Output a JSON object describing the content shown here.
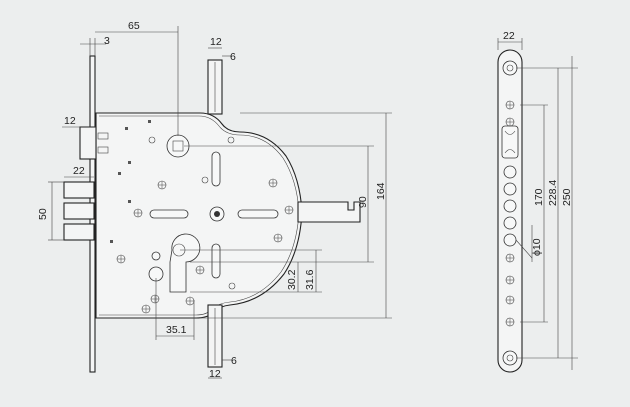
{
  "background": "#eceeee",
  "line_color": "#333333",
  "side_view": {
    "dimensions": {
      "top_offset": "3",
      "body_width": "65",
      "follower_width": "12",
      "follower_depth_top": "6",
      "follower_depth_bottom": "6",
      "follower_width_bottom": "12",
      "latch_width": "12",
      "bolt_depth": "22",
      "bolt_height": "50",
      "height": "164",
      "center_distance": "90",
      "cyl_offset_1": "30.2",
      "cyl_offset_2": "31.6",
      "backset": "35.1"
    }
  },
  "faceplate_view": {
    "dimensions": {
      "width": "22",
      "hole_spacing": "170",
      "hole_diameter": "ϕ10",
      "inner_length": "228.4",
      "total_length": "250"
    }
  }
}
